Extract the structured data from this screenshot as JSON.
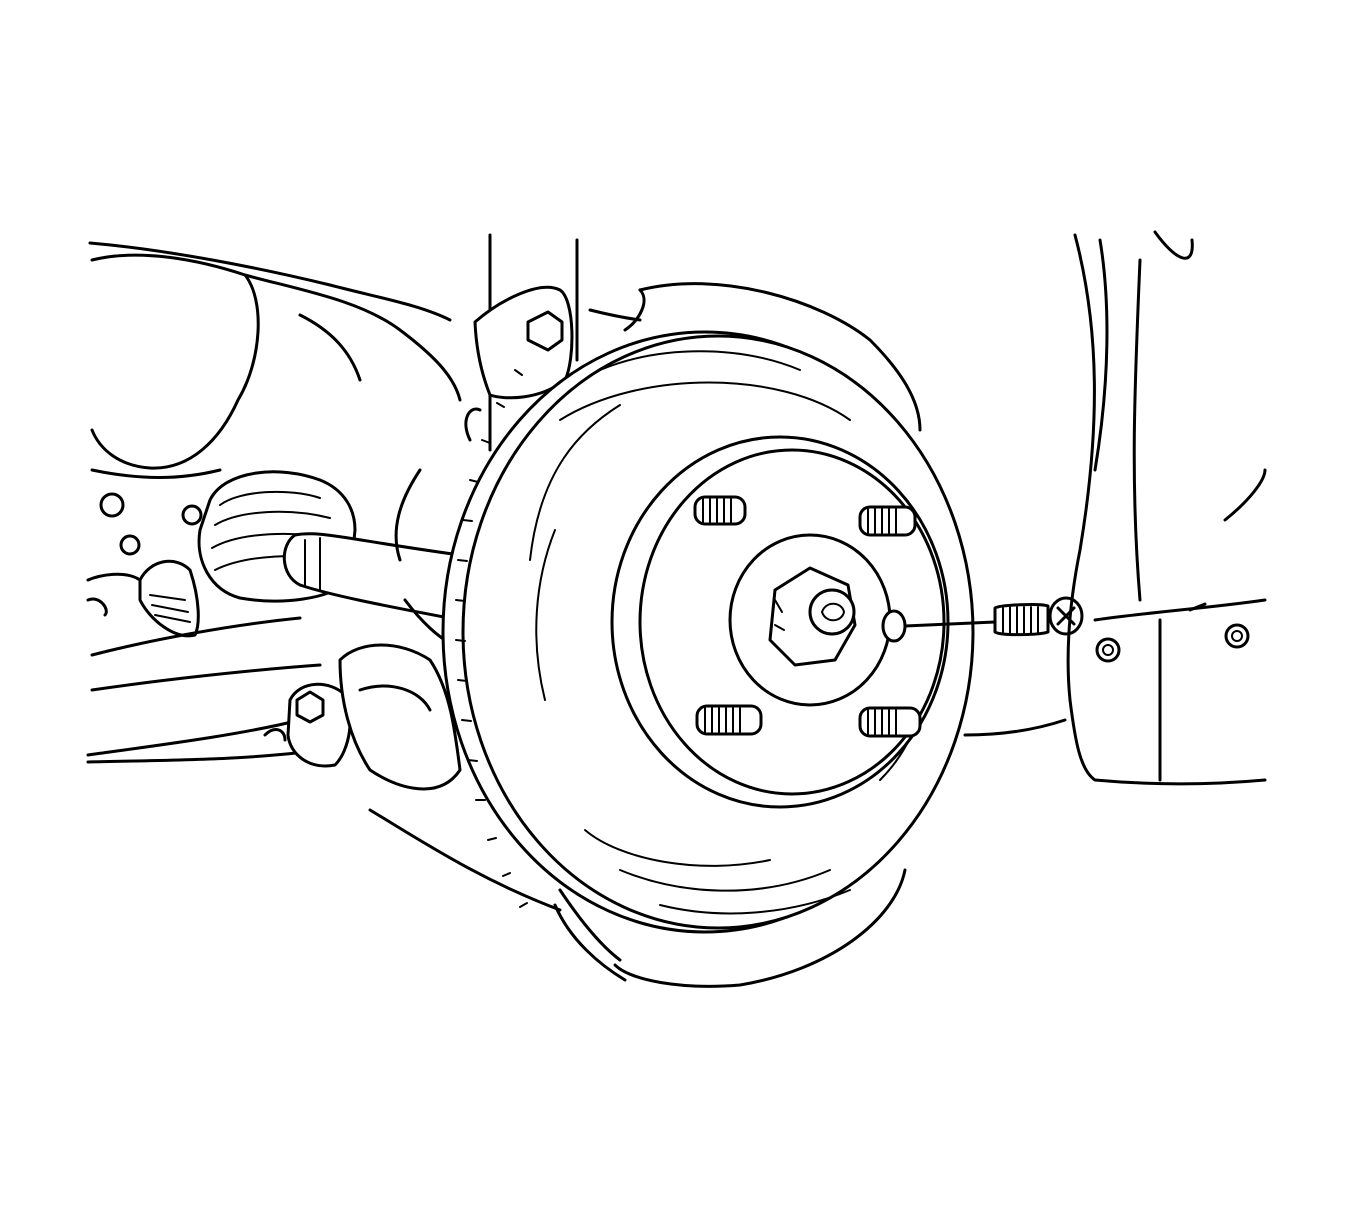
{
  "figure": {
    "type": "line-art",
    "colors": {
      "ink": "#000000",
      "background": "#ffffff"
    },
    "icons": [
      "wheel-stud-icon",
      "x-mark-icon"
    ],
    "callout": {
      "mark": "X"
    },
    "counts": {
      "installed_studs": 4,
      "removed_studs": 1
    }
  }
}
